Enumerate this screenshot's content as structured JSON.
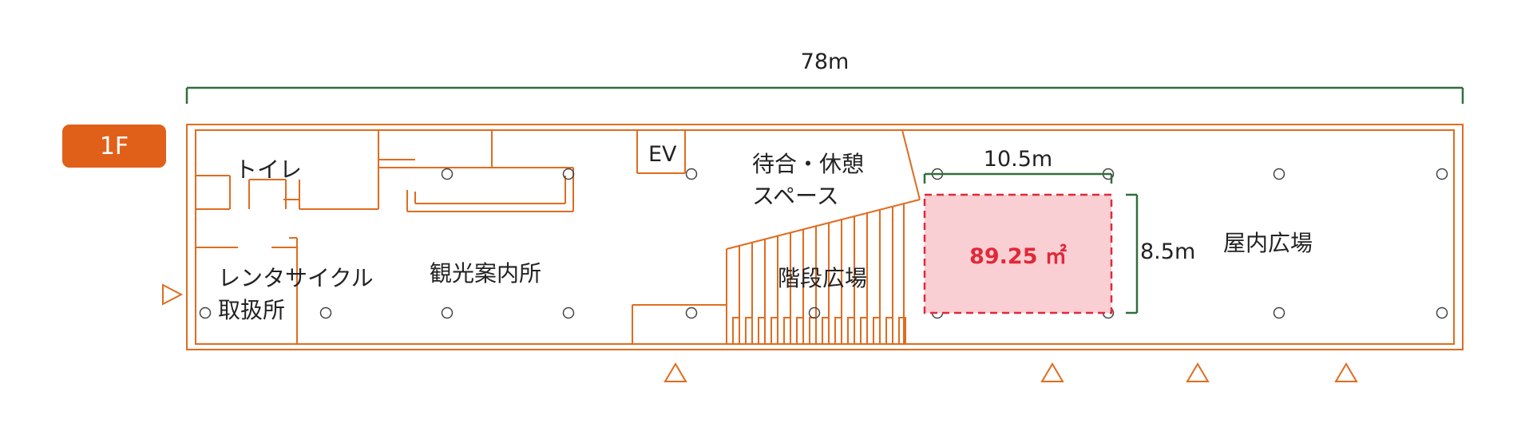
{
  "colors": {
    "wall": "#e06c1f",
    "dimension": "#2f6f3a",
    "highlight_fill": "#f9cfd3",
    "highlight_border": "#e1283a",
    "badge": "#e0601a",
    "text": "#222222"
  },
  "floor_badge": "1F",
  "dimensions": {
    "total_width": "78m",
    "highlight_width": "10.5m",
    "highlight_height": "8.5m"
  },
  "highlight_area": "89.25 ㎡",
  "rooms": {
    "toilet": "トイレ",
    "elevator": "EV",
    "rental_cycle_line1": "レンタサイクル",
    "rental_cycle_line2": "取扱所",
    "tourist_info": "観光案内所",
    "waiting_line1": "待合・休憩",
    "waiting_line2": "スペース",
    "stair_plaza": "階段広場",
    "indoor_plaza": "屋内広場"
  }
}
